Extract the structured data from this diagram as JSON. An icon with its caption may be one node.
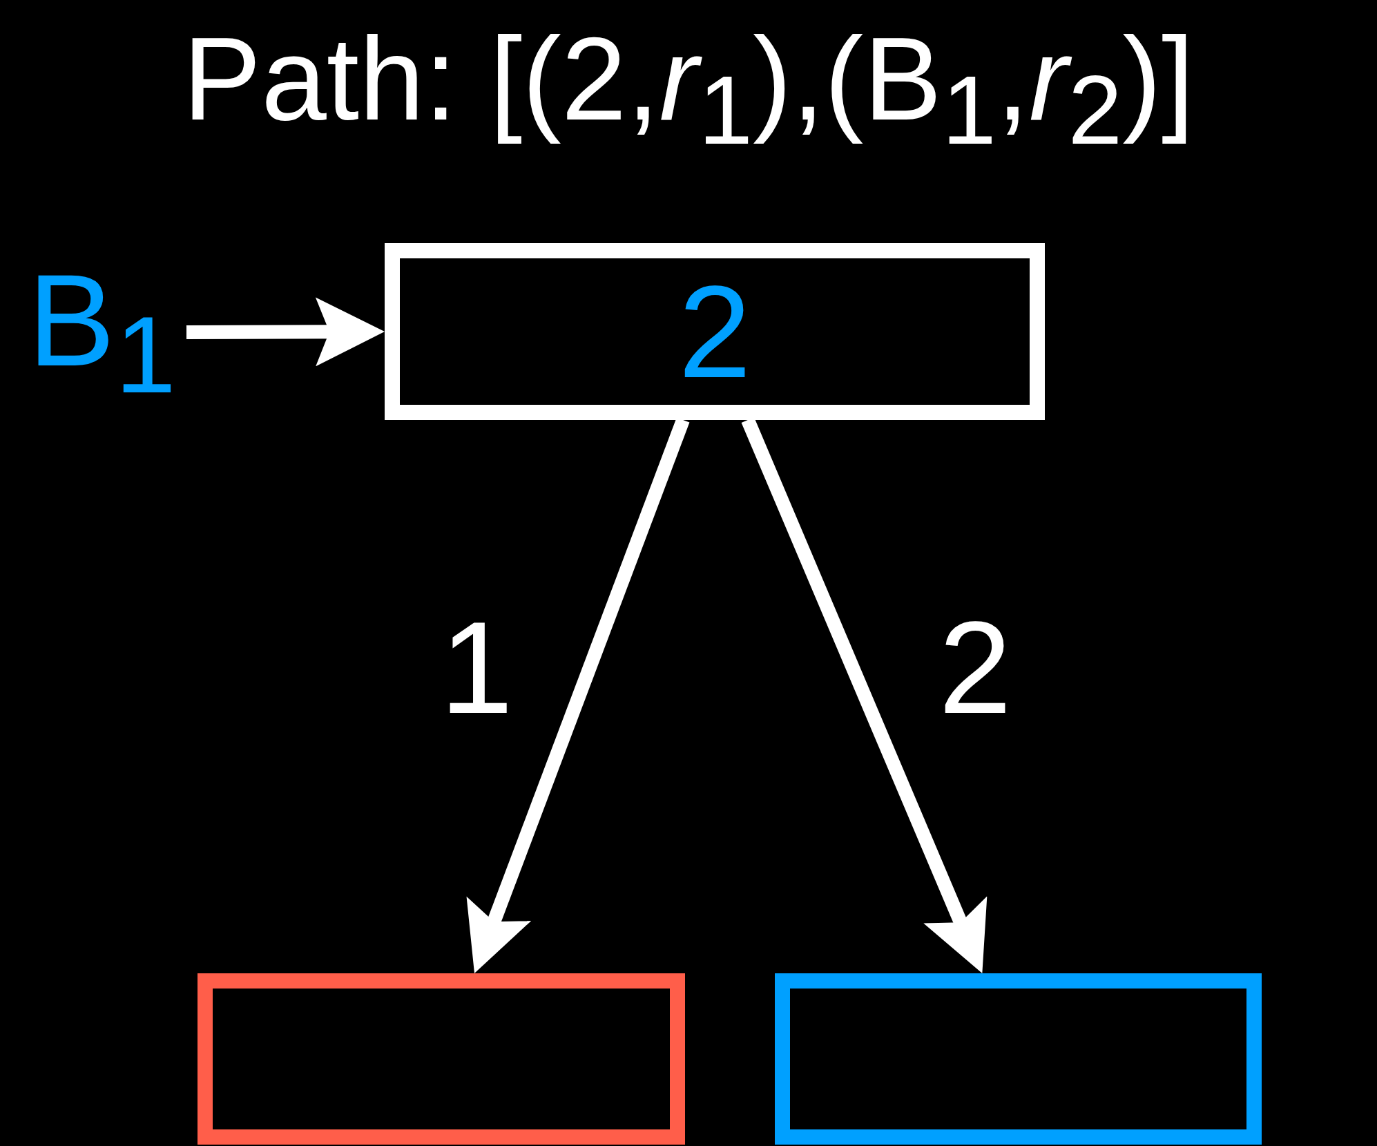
{
  "diagram": {
    "title": "Path: [(2,*r*$_{1}$),(B$_{1}$,*r*$_{2}$)]",
    "nodes": [
      {
        "text": [
          "B$_{1}$"
        ]
      },
      {
        "text": [
          "2"
        ]
      },
      {
        "text": [],
        "shape": "box"
      },
      {
        "text": [],
        "shape": "box"
      }
    ],
    "edges": [
      {
        "from": 0,
        "to": 1,
        "arrow": "to"
      },
      {
        "from": 1,
        "to": 2,
        "arrow": "to",
        "label": "1"
      },
      {
        "from": 1,
        "to": 3,
        "arrow": "to",
        "label": "2"
      }
    ]
  }
}
